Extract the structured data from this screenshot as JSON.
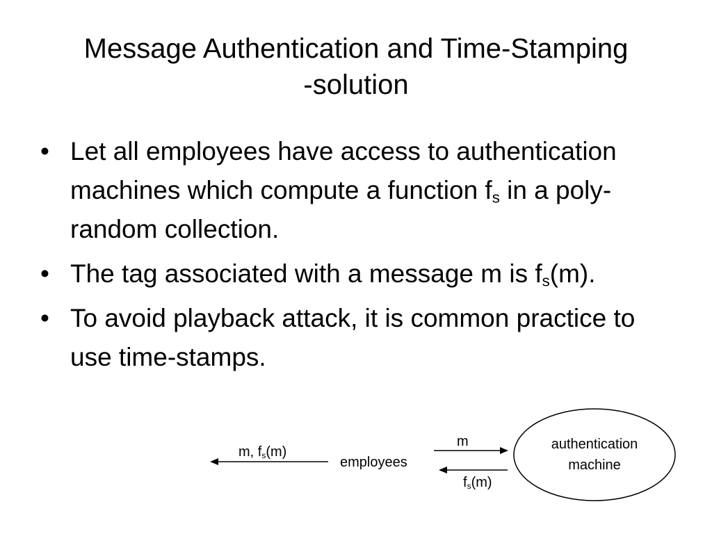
{
  "slide": {
    "title_line1": "Message Authentication and Time-Stamping",
    "title_line2": "-solution",
    "bullet_mark": "•",
    "bullets": [
      {
        "part1": "Let all employees have access to authentication machines which compute a function f",
        "sub": "s",
        "part2": " in a poly-random collection."
      },
      {
        "part1": "The tag associated with a message m is f",
        "sub": "s",
        "part2": "(m)."
      },
      {
        "text": "To avoid playback attack, it is common practice to use time-stamps."
      }
    ]
  },
  "diagram": {
    "left_arrow_label_prefix": "m, f",
    "left_arrow_label_sub": "s",
    "left_arrow_label_suffix": "(m)",
    "employees_label": "employees",
    "top_arrow_label": "m",
    "bottom_arrow_label_prefix": "f",
    "bottom_arrow_label_sub": "s",
    "bottom_arrow_label_suffix": "(m)",
    "machine_label_line1": "authentication",
    "machine_label_line2": "machine"
  }
}
